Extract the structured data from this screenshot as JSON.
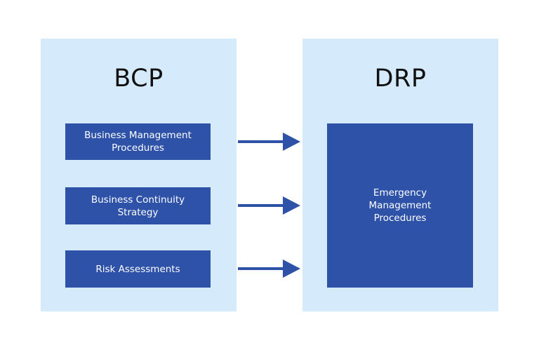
{
  "bcp": {
    "title": "BCP",
    "items": [
      "Business Management Procedures",
      "Business Continuity Strategy",
      "Risk Assessments"
    ]
  },
  "drp": {
    "title": "DRP",
    "box": "Emergency Management Procedures"
  },
  "colors": {
    "panel_bg": "#d5eafb",
    "box_bg": "#2d52a8",
    "arrow": "#2d52a8",
    "box_text": "#ffffff",
    "title_text": "#111111"
  }
}
